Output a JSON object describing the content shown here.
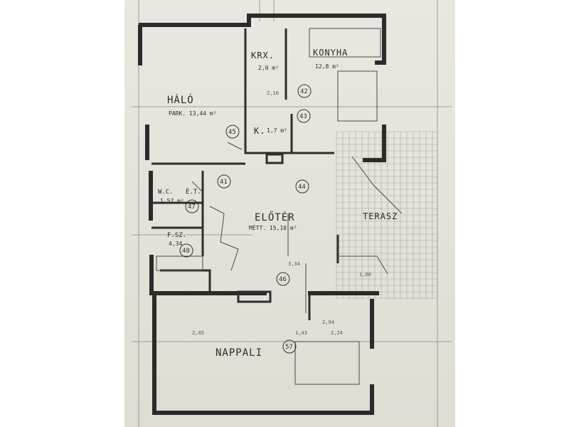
{
  "rooms": {
    "halo": {
      "name": "HÁLÓ",
      "area": "PARK. 13,44 m²"
    },
    "krx": {
      "name": "KRX.",
      "area": "2,0 m²"
    },
    "konyha": {
      "name": "KONYHA",
      "area": "12,8 m²"
    },
    "kamra": {
      "name": "K.",
      "area": "1,7 m²"
    },
    "wc": {
      "name": "W.C.",
      "area": "1,57 m²"
    },
    "et": {
      "name": "É.T."
    },
    "fsz": {
      "name": "F.SZ.",
      "area": "4,34"
    },
    "eloter": {
      "name": "ELŐTÉR",
      "area": "MÉTT. 15,10 m²"
    },
    "terasz": {
      "name": "TERASZ"
    },
    "nappali": {
      "name": "NAPPALI"
    }
  },
  "markers": [
    "41",
    "42",
    "43",
    "44",
    "45",
    "47",
    "46",
    "48",
    "57"
  ],
  "dimensions": {
    "d1": "3,34",
    "d2": "2,94",
    "d3": "2,24",
    "d4": "2,45",
    "d5": "1,43",
    "d6": "2,10",
    "d7": "1,00"
  }
}
